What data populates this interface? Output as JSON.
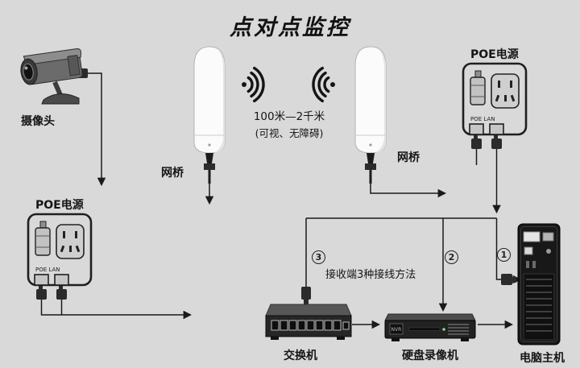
{
  "title": "点对点监控",
  "nodes": {
    "camera": "摄像头",
    "bridge_left": "网桥",
    "bridge_right": "网桥",
    "poe_top": "POE电源",
    "poe_left": "POE电源",
    "switch": "交换机",
    "dvr": "硬盘录像机",
    "pc": "电脑主机"
  },
  "wireless": {
    "range": "100米—2千米",
    "note": "(可视、无障碍)"
  },
  "wiring": {
    "caption": "接收端3种接线方法",
    "badge1": "1",
    "badge2": "2",
    "badge3": "3"
  },
  "poe_panel": {
    "ports_label": "POE LAN"
  },
  "dvr_panel": {
    "brand": "NVR"
  },
  "colors": {
    "background": "#d9d9d9",
    "line": "#1a1a1a",
    "device_dark": "#262626",
    "device_light": "#fbfbfb"
  }
}
